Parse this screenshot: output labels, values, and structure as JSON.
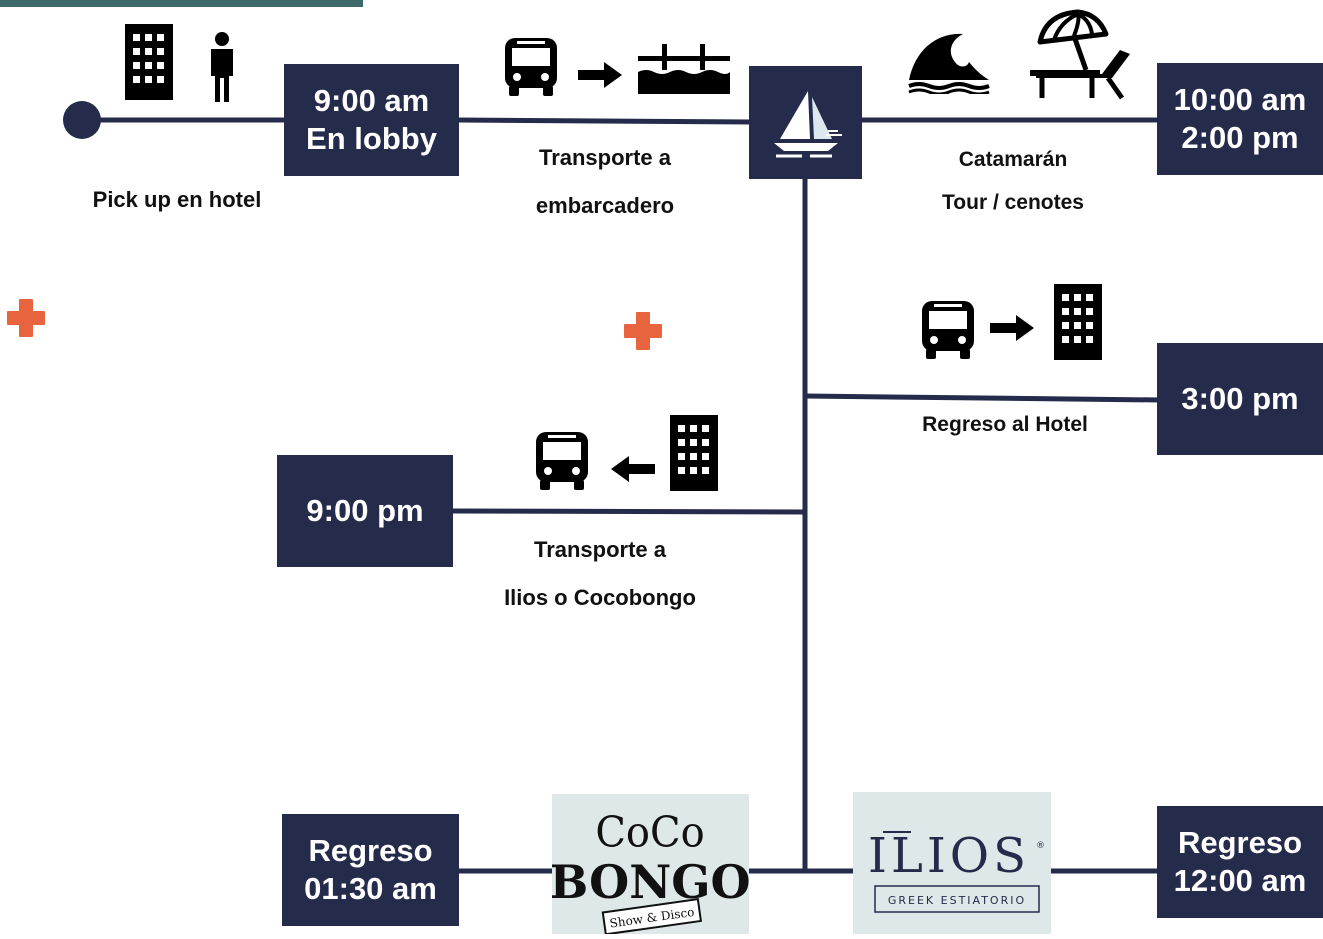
{
  "colors": {
    "accent_dark": "#252b4b",
    "top_bar": "#3d6a6a",
    "plus": "#e8643e",
    "logo_bg": "#dfe8e8"
  },
  "timeline": {
    "pickup": {
      "label": "Pick up en hotel",
      "icons": [
        "building-icon",
        "person-icon"
      ]
    },
    "box1": {
      "line1": "9:00 am",
      "line2": "En lobby"
    },
    "transport1": {
      "line1": "Transporte a",
      "line2": "embarcadero",
      "icons": [
        "bus-icon",
        "arrow-right-icon",
        "pier-icon"
      ]
    },
    "boat": {
      "icon": "sailboat-icon"
    },
    "catamaran": {
      "line1": "Catamarán",
      "line2": "Tour / cenotes",
      "icons": [
        "wave-icon",
        "beach-umbrella-icon"
      ]
    },
    "box2": {
      "line1": "10:00 am",
      "line2": "2:00 pm"
    },
    "return_hotel": {
      "label": "Regreso al Hotel",
      "icons": [
        "bus-icon",
        "arrow-right-icon",
        "building-icon"
      ]
    },
    "box3": {
      "line1": "3:00 pm"
    },
    "transport2": {
      "line1": "Transporte a",
      "line2": "Ilios o Cocobongo",
      "icons": [
        "bus-icon",
        "arrow-left-icon",
        "building-icon"
      ]
    },
    "box4": {
      "line1": "9:00 pm"
    },
    "box5": {
      "line1": "Regreso",
      "line2": "01:30 am"
    },
    "box6": {
      "line1": "Regreso",
      "line2": "12:00 am"
    }
  },
  "logos": {
    "cocobongo": {
      "line1": "CoCo",
      "line2": "BONGO",
      "tag": "Show & Disco"
    },
    "ilios": {
      "name": "ILIOS",
      "mark": "®",
      "tag": "GREEK ESTIATORIO"
    }
  }
}
